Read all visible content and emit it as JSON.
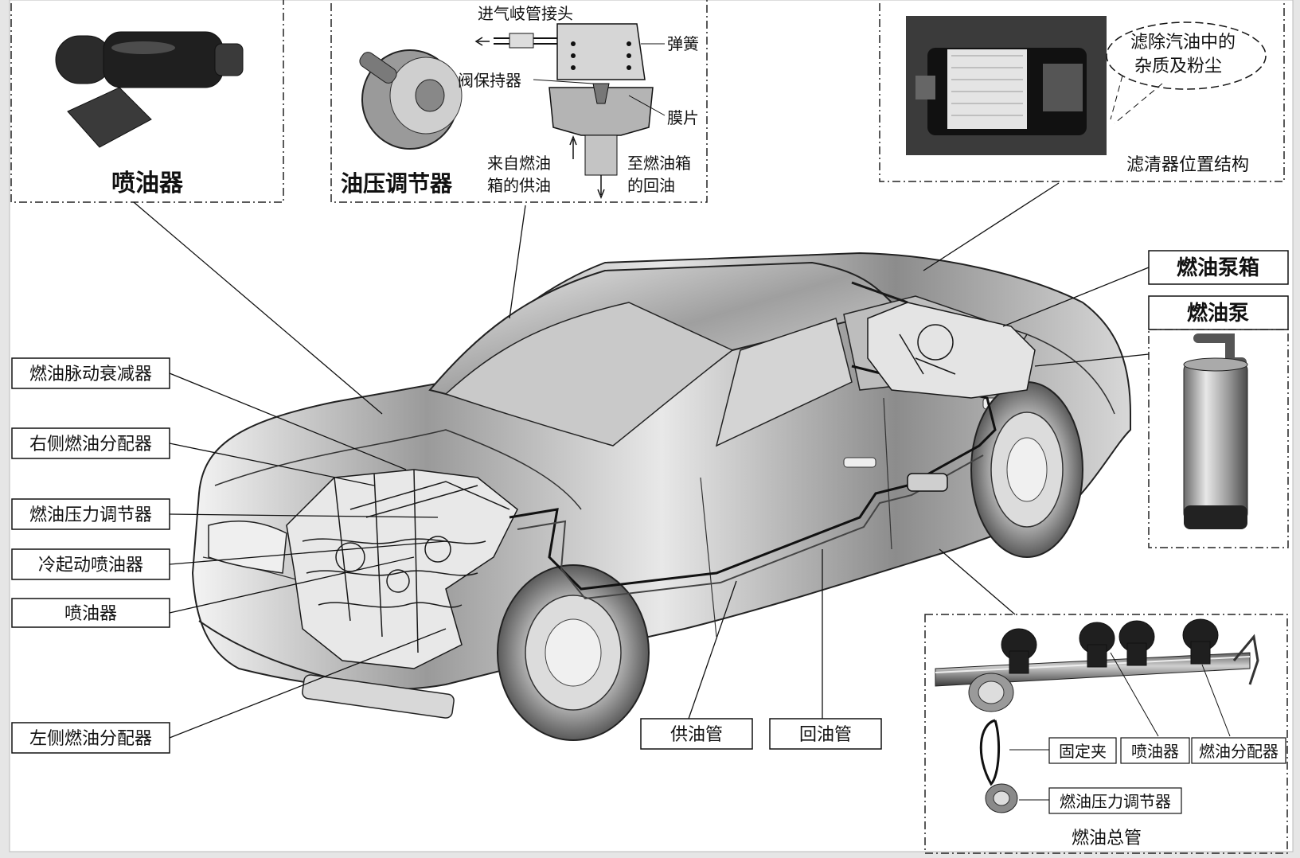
{
  "panels": {
    "injector_panel_title": "喷油器",
    "regulator_panel_title": "油压调节器",
    "regulator_labels": {
      "manifold": "进气岐管接头",
      "spring": "弹簧",
      "valve_holder": "阀保持器",
      "diaphragm": "膜片",
      "supply_in_1": "来自燃油",
      "supply_in_2": "箱的供油",
      "return_out_1": "至燃油箱",
      "return_out_2": "的回油"
    },
    "filter_callout_1": "滤除汽油中的",
    "filter_callout_2": "杂质及粉尘",
    "filter_caption": "滤清器位置结构",
    "pump_box_label": "燃油泵箱",
    "pump_label": "燃油泵",
    "rail_panel_title": "燃油总管",
    "rail_labels": {
      "clip": "固定夹",
      "injector": "喷油器",
      "distributor": "燃油分配器",
      "regulator": "燃油压力调节器"
    }
  },
  "left_labels": [
    "燃油脉动衰减器",
    "右侧燃油分配器",
    "燃油压力调节器",
    "冷起动喷油器",
    "喷油器",
    "左侧燃油分配器"
  ],
  "bottom_labels": {
    "supply_pipe": "供油管",
    "return_pipe": "回油管"
  }
}
